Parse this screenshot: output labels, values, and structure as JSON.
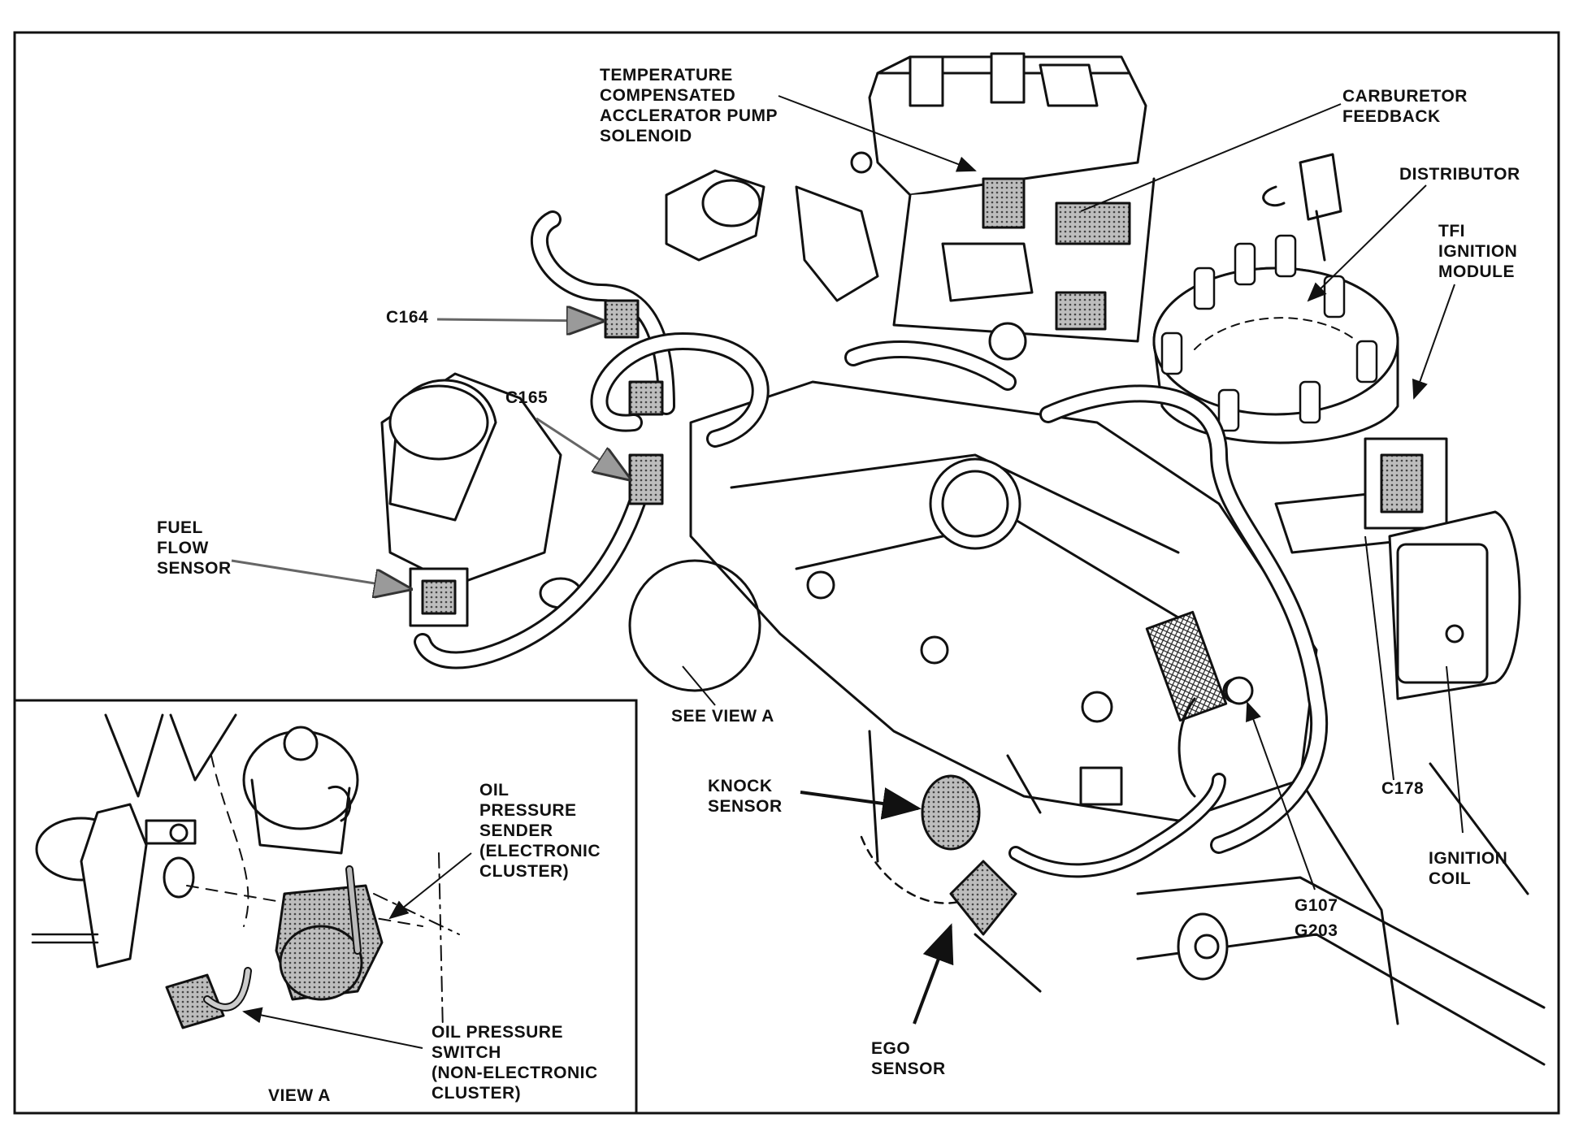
{
  "labels": {
    "temp_comp": [
      "TEMPERATURE",
      "COMPENSATED",
      "ACCLERATOR PUMP",
      "SOLENOID"
    ],
    "carb_feedback": [
      "CARBURETOR",
      "FEEDBACK"
    ],
    "distributor": [
      "DISTRIBUTOR"
    ],
    "tfi_module": [
      "TFI",
      "IGNITION",
      "MODULE"
    ],
    "c164": "C164",
    "c165": "C165",
    "fuel_flow": [
      "FUEL",
      "FLOW",
      "SENSOR"
    ],
    "see_view_a": "SEE VIEW A",
    "knock_sensor": [
      "KNOCK",
      "SENSOR"
    ],
    "ego_sensor": [
      "EGO",
      "SENSOR"
    ],
    "c178": "C178",
    "ignition_coil": [
      "IGNITION",
      "COIL"
    ],
    "g107": "G107",
    "g203": "G203",
    "oil_pressure_sender": [
      "OIL",
      "PRESSURE",
      "SENDER",
      "(ELECTRONIC",
      "CLUSTER)"
    ],
    "oil_pressure_switch": [
      "OIL PRESSURE",
      "SWITCH",
      "(NON-ELECTRONIC",
      "CLUSTER)"
    ],
    "view_a": "VIEW A"
  }
}
